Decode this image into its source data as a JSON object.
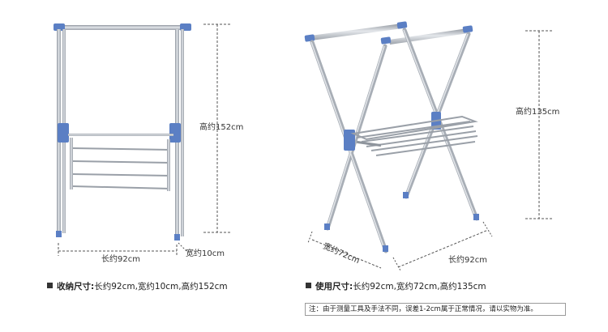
{
  "left_product": {
    "height_label": "高约152cm",
    "length_label": "长约92cm",
    "width_label": "宽约10cm",
    "caption_label": "收纳尺寸:",
    "caption_value": "长约92cm,宽约10cm,高约152cm"
  },
  "right_product": {
    "height_label": "高约135cm",
    "length_label": "长约92cm",
    "width_label": "宽约72cm",
    "caption_label": "使用尺寸:",
    "caption_value": "长约92cm,宽约72cm,高约135cm"
  },
  "note": "注：由于测量工具及手法不同，误差1-2cm属于正常情况，请以实物为准。",
  "colors": {
    "tube": "#b9bec6",
    "tube_dark": "#8e949c",
    "connector_blue": "#5b7fc4",
    "dim_line": "#555555"
  }
}
